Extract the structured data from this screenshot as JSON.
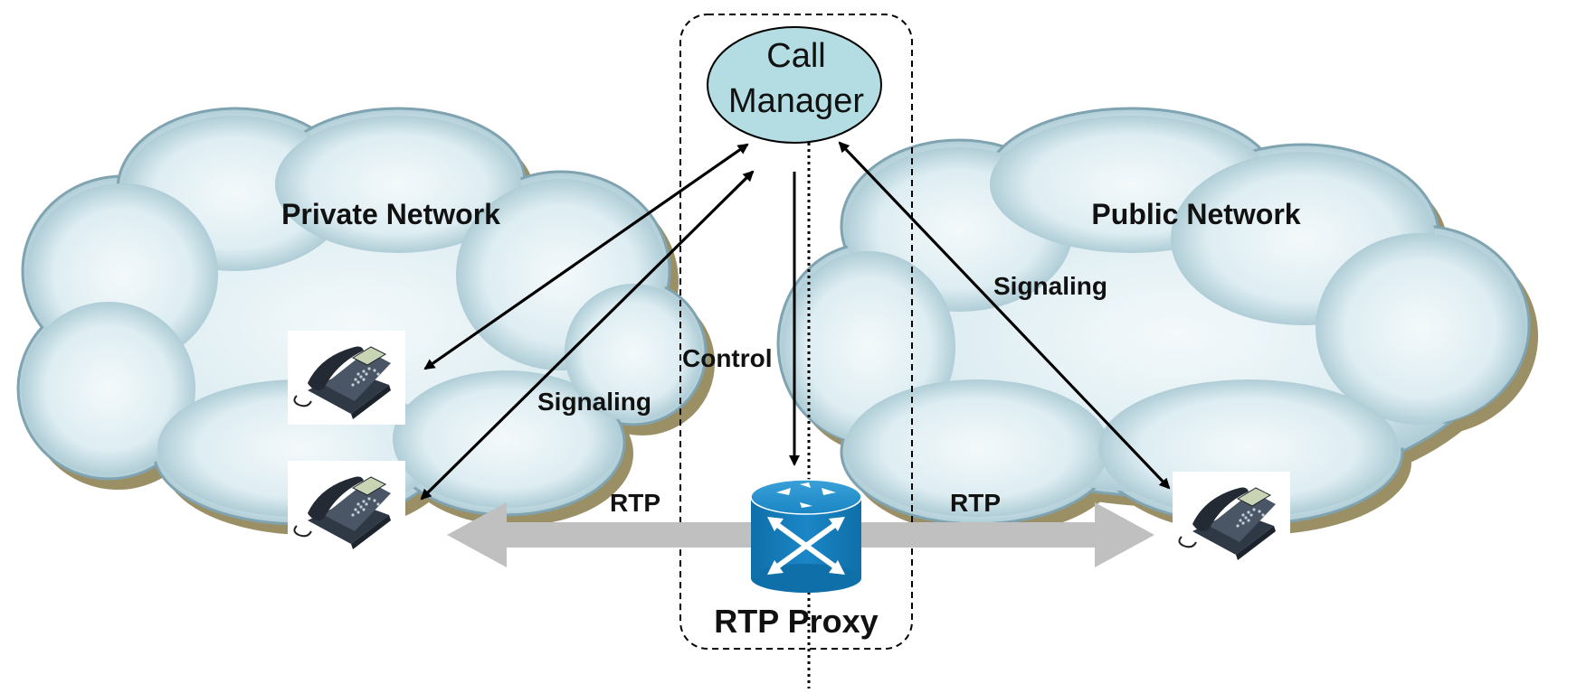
{
  "diagram": {
    "call_manager": {
      "line1": "Call",
      "line2": "Manager"
    },
    "private_network_label": "Private Network",
    "public_network_label": "Public Network",
    "signaling_left_label": "Signaling",
    "signaling_right_label": "Signaling",
    "control_label": "Control",
    "rtp_left_label": "RTP",
    "rtp_right_label": "RTP",
    "rtp_proxy_label": "RTP Proxy"
  },
  "colors": {
    "cloud_fill": "#d3e6ec",
    "cloud_edge": "#7fa3b0",
    "cloud_shadow": "#9b8f66",
    "call_manager_fill": "#b3dde2",
    "router_blue": "#1b7fb9",
    "rtp_arrow": "#c0c0c0",
    "phone_body": "#3c4858"
  },
  "icons": [
    "cloud-icon",
    "desk-phone-icon",
    "router-icon"
  ]
}
